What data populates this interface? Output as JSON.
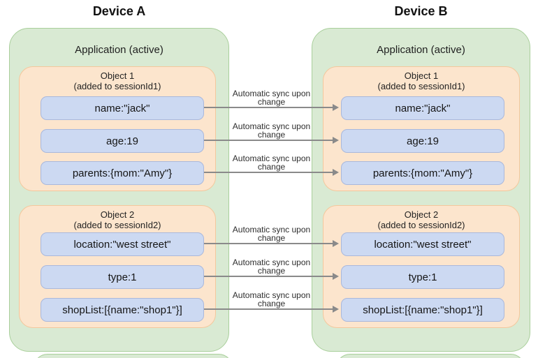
{
  "sync_label": {
    "line1": "Automatic sync upon",
    "line2": "change"
  },
  "colors": {
    "device_fill": "#d9ead3",
    "device_border": "#a9cf9b",
    "object_fill": "#fce5cd",
    "object_border": "#f4c79c",
    "field_fill": "#ccd9f2",
    "field_border": "#a9b8dc",
    "arrow": "#8a8a8a"
  },
  "devices": [
    {
      "title": "Device A",
      "app_label": "Application (active)",
      "objects": [
        {
          "title": "Object 1",
          "subtitle": "(added to sessionId1)",
          "fields": [
            "name:\"jack\"",
            "age:19",
            "parents:{mom:\"Amy\"}"
          ]
        },
        {
          "title": "Object 2",
          "subtitle": "(added to sessionId2)",
          "fields": [
            "location:\"west street\"",
            "type:1",
            "shopList:[{name:\"shop1\"}]"
          ]
        }
      ]
    },
    {
      "title": "Device B",
      "app_label": "Application (active)",
      "objects": [
        {
          "title": "Object 1",
          "subtitle": "(added to sessionId1)",
          "fields": [
            "name:\"jack\"",
            "age:19",
            "parents:{mom:\"Amy\"}"
          ]
        },
        {
          "title": "Object 2",
          "subtitle": "(added to sessionId2)",
          "fields": [
            "location:\"west street\"",
            "type:1",
            "shopList:[{name:\"shop1\"}]"
          ]
        }
      ]
    }
  ]
}
